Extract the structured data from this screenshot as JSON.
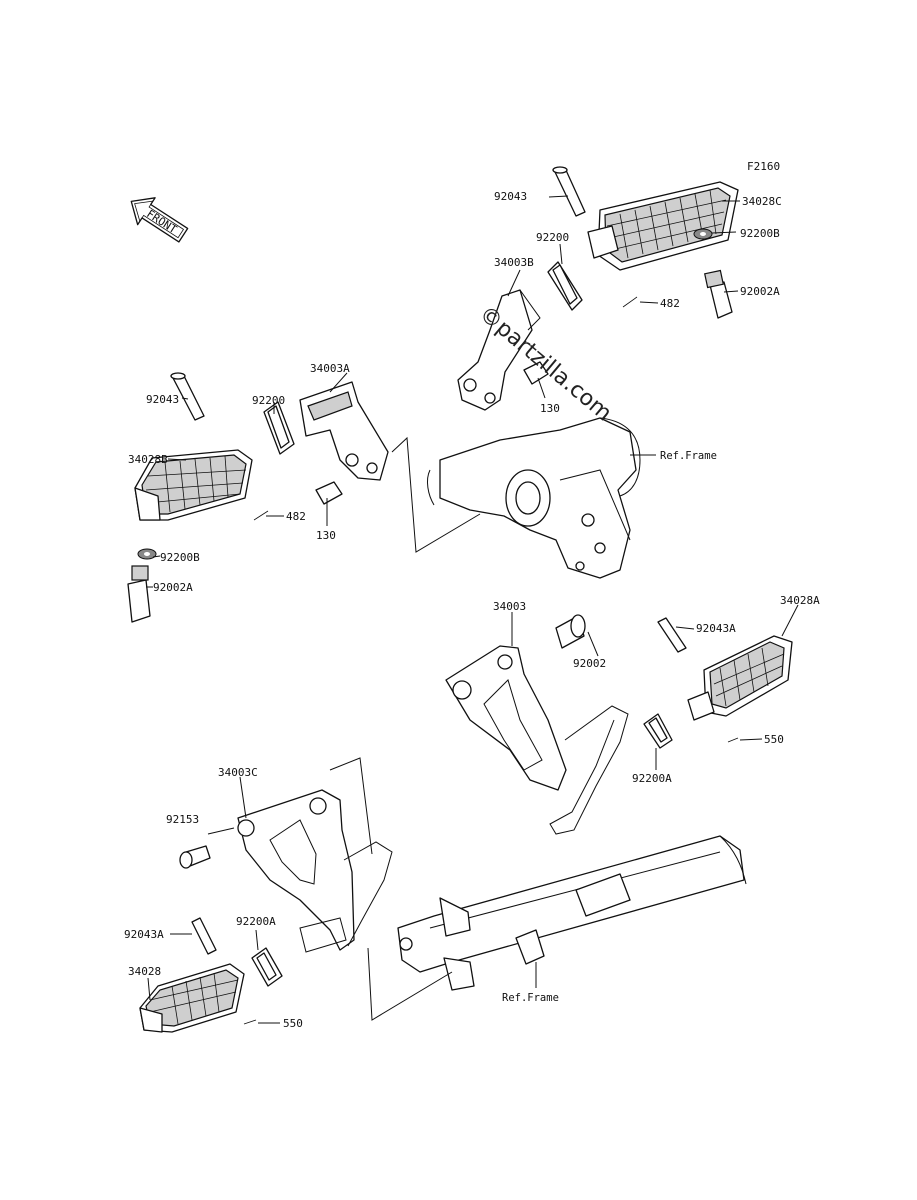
{
  "figure_code": "F2160",
  "front_badge": "FRONT",
  "watermark": "©partzilla.com",
  "labels": {
    "p92043_top": "92043",
    "p34028C": "34028C",
    "p92200_top": "92200",
    "p34003B": "34003B",
    "p92200B_top": "92200B",
    "p92002A_top": "92002A",
    "p482_top": "482",
    "p130_top": "130",
    "ref_frame_top": "Ref.Frame",
    "p92043_left": "92043",
    "p34003A": "34003A",
    "p92200_left": "92200",
    "p34028B": "34028B",
    "p482_left": "482",
    "p130_left": "130",
    "p92200B_left": "92200B",
    "p92002A_left": "92002A",
    "p34003": "34003",
    "p92002": "92002",
    "p34028A": "34028A",
    "p92043A_right": "92043A",
    "p550_right": "550",
    "p92200A_right": "92200A",
    "p34003C": "34003C",
    "p92153": "92153",
    "p92043A_left": "92043A",
    "p92200A_left": "92200A",
    "p34028": "34028",
    "p550_left": "550",
    "ref_frame_bottom": "Ref.Frame"
  }
}
